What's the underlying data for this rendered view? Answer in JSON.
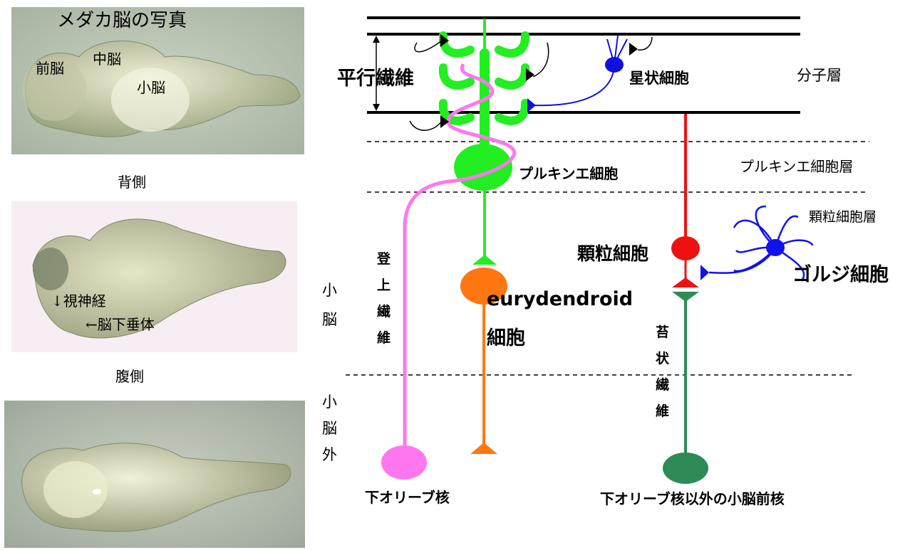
{
  "photos": {
    "title": "メダカ脳の写真",
    "dorsal": {
      "forebrain": "前脳",
      "midbrain": "中脳",
      "cerebellum": "小脳",
      "caption": "背側"
    },
    "ventral": {
      "optic_nerve": "↓視神経",
      "pituitary": "←脳下垂体",
      "caption": "腹側"
    }
  },
  "layers": {
    "molecular": "分子層",
    "purkinje": "プルキンエ細胞層",
    "granular": "顆粒細胞層"
  },
  "cells": {
    "parallel_fiber": "平行繊維",
    "stellate": "星状細胞",
    "purkinje": "プルキンエ細胞",
    "granule": "顆粒細胞",
    "golgi": "ゴルジ細胞",
    "eurydendroid_1": "eurydendroid",
    "eurydendroid_2": "細胞"
  },
  "vertical_labels": {
    "cerebellum": [
      "小",
      "脳"
    ],
    "outside": [
      "小",
      "脳",
      "外"
    ],
    "climbing_fiber": [
      "登",
      "上",
      "繊",
      "維"
    ],
    "mossy_fiber": [
      "苔",
      "状",
      "繊",
      "維"
    ]
  },
  "nuclei": {
    "inferior_olive": "下オリーブ核",
    "precerebellar": "下オリーブ核以外の小脳前核"
  },
  "colors": {
    "purkinje": "#22ee22",
    "climbing": "#ff77ee",
    "eurydendroid": "#ff7711",
    "granule": "#ee1111",
    "mossy": "#2e8b57",
    "golgi": "#1111ee",
    "stellate": "#1111dd"
  }
}
